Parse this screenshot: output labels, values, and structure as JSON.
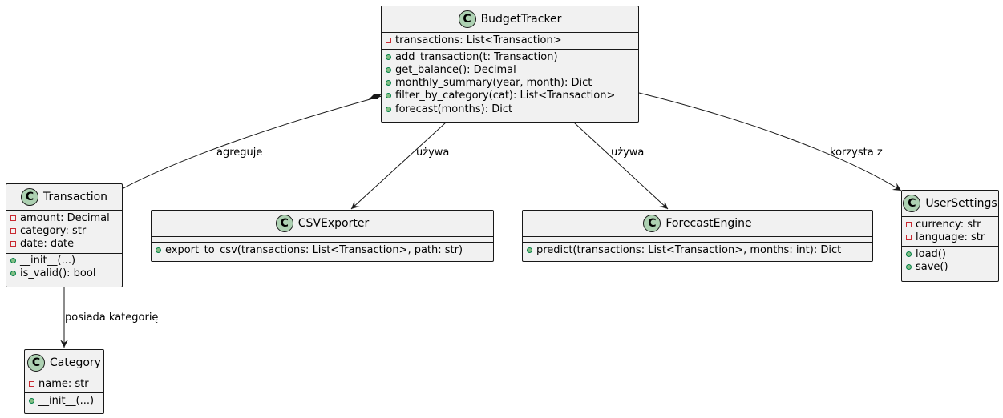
{
  "classes": {
    "budget_tracker": {
      "name": "BudgetTracker",
      "attributes": [
        "transactions: List<Transaction>"
      ],
      "methods": [
        "add_transaction(t: Transaction)",
        "get_balance(): Decimal",
        "monthly_summary(year, month): Dict",
        "filter_by_category(cat): List<Transaction>",
        "forecast(months): Dict"
      ]
    },
    "transaction": {
      "name": "Transaction",
      "attributes": [
        "amount: Decimal",
        "category: str",
        "date: date"
      ],
      "methods": [
        "__init__(...)",
        "is_valid(): bool"
      ]
    },
    "csv_exporter": {
      "name": "CSVExporter",
      "attributes": [],
      "methods": [
        "export_to_csv(transactions: List<Transaction>, path: str)"
      ]
    },
    "forecast_engine": {
      "name": "ForecastEngine",
      "attributes": [],
      "methods": [
        "predict(transactions: List<Transaction>, months: int): Dict"
      ]
    },
    "user_settings": {
      "name": "UserSettings",
      "attributes": [
        "currency: str",
        "language: str"
      ],
      "methods": [
        "load()",
        "save()"
      ]
    },
    "category": {
      "name": "Category",
      "attributes": [
        "name: str"
      ],
      "methods": [
        "__init__(...)"
      ]
    }
  },
  "class_icon_letter": "C",
  "relations": {
    "aggregates": "agreguje",
    "uses_csv": "używa",
    "uses_forecast": "używa",
    "uses_settings": "korzysta z",
    "has_category": "posiada kategorię"
  },
  "colors": {
    "class_fill": "#f1f1f1",
    "border": "#181818",
    "icon_fill": "#add1b2",
    "private_marker": "#c82930",
    "public_marker": "#84be84"
  }
}
